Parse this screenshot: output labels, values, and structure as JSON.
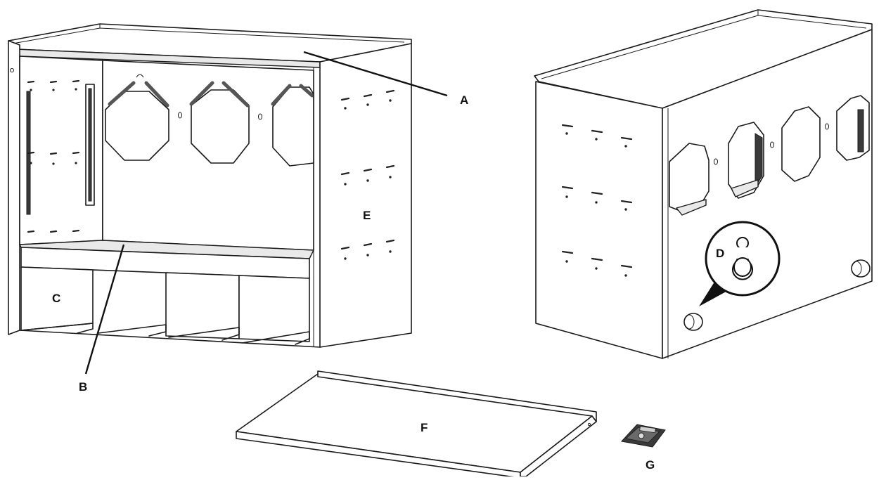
{
  "diagram": {
    "callouts": {
      "a": "A",
      "b": "B",
      "c": "C",
      "d": "D",
      "e": "E",
      "f": "F",
      "g": "G"
    }
  }
}
